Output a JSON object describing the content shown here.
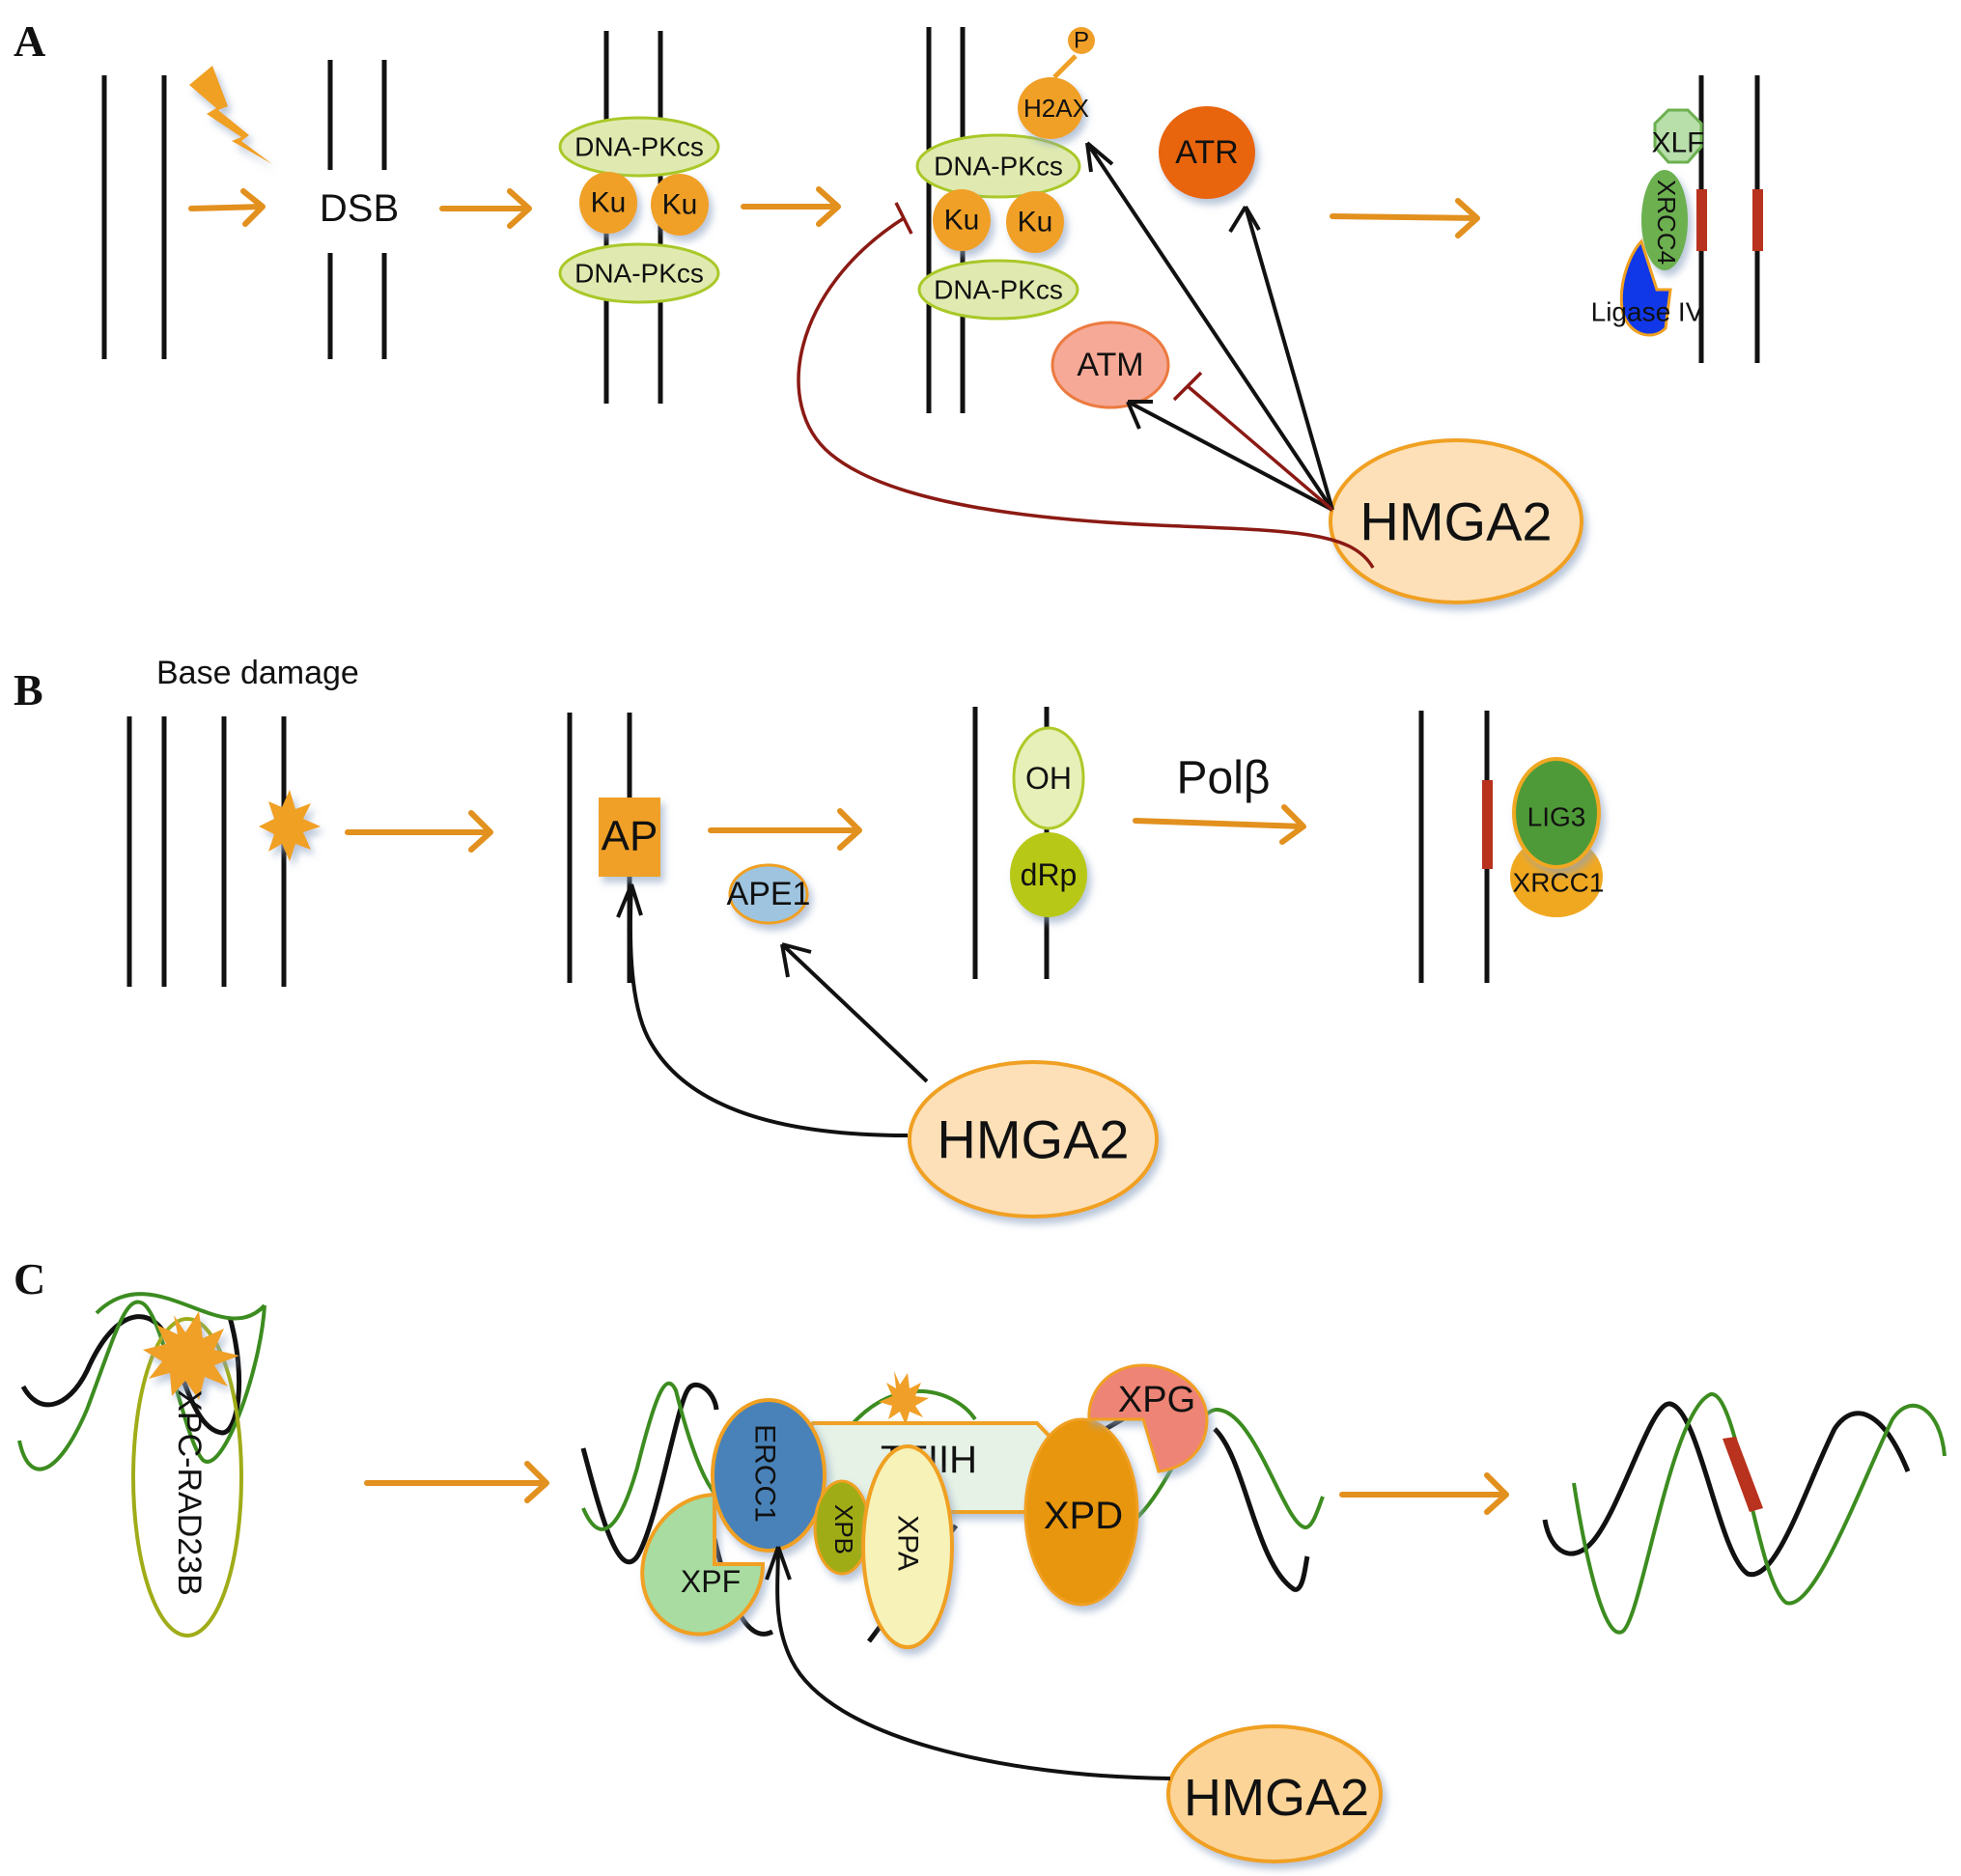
{
  "figure": {
    "panels": {
      "A": {
        "letter": "A",
        "dsb_label": "DSB",
        "dna_pkcs_label": "DNA-PKcs",
        "ku_label": "Ku",
        "h2ax_label": "H2AX",
        "phospho_label": "P",
        "atr_label": "ATR",
        "atm_label": "ATM",
        "hmga2_label": "HMGA2",
        "xlf_label": "XLF",
        "xrcc4_label": "XRCC4",
        "ligase_label": "Ligase IV"
      },
      "B": {
        "letter": "B",
        "title": "Base damage",
        "ap_label": "AP",
        "ape1_label": "APE1",
        "oh_label": "OH",
        "drp_label": "dRp",
        "polb_label": "Polβ",
        "lig3_label": "LIG3",
        "xrcc1_label": "XRCC1",
        "hmga2_label": "HMGA2"
      },
      "C": {
        "letter": "C",
        "xpc_label": "XPC-RAD23B",
        "ercc1_label": "ERCC1",
        "tfiih_label": "TFIIH",
        "xpg_label": "XPG",
        "xpd_label": "XPD",
        "xpf_label": "XPF",
        "xpb_label": "XPB",
        "xpa_label": "XPA",
        "hmga2_label": "HMGA2"
      }
    },
    "colors": {
      "arrow_orange": "#e2901e",
      "inhibition_red": "#8b1a14",
      "repair_patch": "#b8321e",
      "dna_pk_fill": "#e0eab0",
      "dna_pk_stroke": "#a9c828",
      "ku_fill": "#f0a028",
      "atr_fill": "#e8650f",
      "atm_fill": "#f6a996",
      "hmga2_fill": "#fde0b8",
      "hmga2_stroke": "#f0a020",
      "ligase_fill": "#1038e8",
      "xrcc4_fill": "#6cb050",
      "xlf_fill": "#b8deaa",
      "ape1_fill": "#9ec4e0",
      "lig3_fill": "#4f9a38",
      "drp_fill": "#b8c818",
      "ercc1_fill": "#4a82b8",
      "tfiih_fill": "#e6f2e6",
      "xpg_fill": "#ee8474",
      "xpd_fill": "#e89610",
      "xpf_fill": "#a8dca0",
      "xpb_fill": "#a0ac18",
      "xpa_fill": "#f6f2b8",
      "dna_green": "#3c8c20"
    }
  }
}
